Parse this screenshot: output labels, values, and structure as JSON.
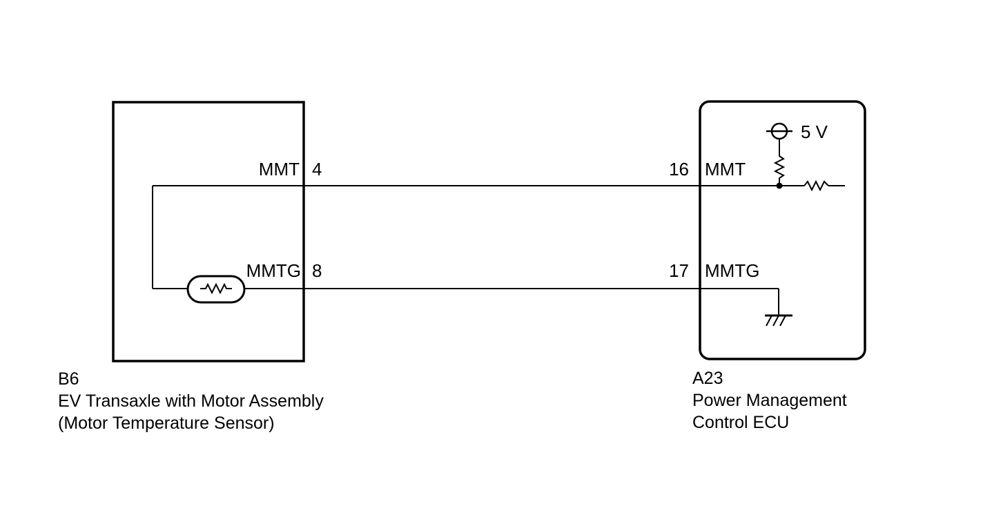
{
  "left_component": {
    "code": "B6",
    "name_line1": "EV Transaxle with Motor Assembly",
    "name_line2": "(Motor Temperature Sensor)",
    "pins": [
      {
        "name": "MMT",
        "number": "4"
      },
      {
        "name": "MMTG",
        "number": "8"
      }
    ]
  },
  "right_component": {
    "code": "A23",
    "name_line1": "Power Management",
    "name_line2": "Control ECU",
    "supply_label": "5 V",
    "pins": [
      {
        "number": "16",
        "name": "MMT"
      },
      {
        "number": "17",
        "name": "MMTG"
      }
    ]
  },
  "colors": {
    "line": "#000000",
    "background": "#ffffff"
  }
}
